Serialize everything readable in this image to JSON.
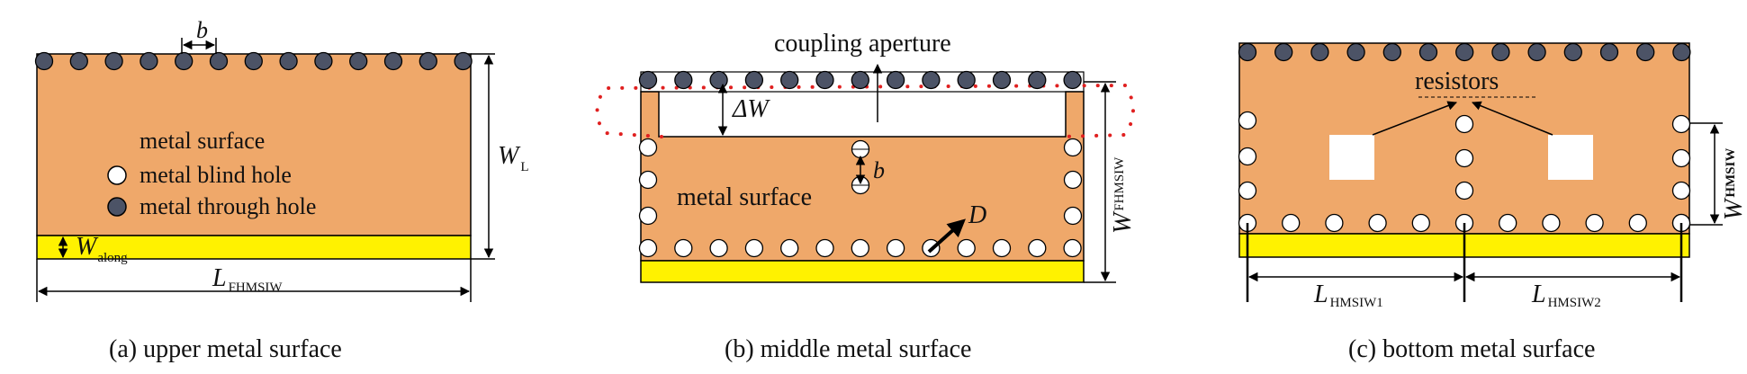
{
  "colors": {
    "substrate": "#EFA86A",
    "strip": "#FFF200",
    "through_hole": "#4C5366",
    "blind_hole": "#FFFFFF",
    "aperture_dots": "#E02020",
    "line": "#000000"
  },
  "panel_a": {
    "caption": "(a) upper metal surface",
    "dim_b": "b",
    "legend": {
      "surface": "metal surface",
      "blind": "metal blind hole",
      "through": "metal through hole"
    },
    "w_l": {
      "main": "W",
      "sub": "L"
    },
    "w_along": {
      "main": "W",
      "sub": "along"
    },
    "l_fhmsiw": {
      "main": "L",
      "sub": "FHMSIW"
    }
  },
  "panel_b": {
    "caption": "(b) middle metal surface",
    "aperture_label": "coupling aperture",
    "delta_w": "ΔW",
    "dim_b": "b",
    "surface": "metal surface",
    "dim_d": "D",
    "w_fhmsiw": {
      "main": "W",
      "sub": "FHMSIW"
    }
  },
  "panel_c": {
    "caption": "(c) bottom metal surface",
    "resistors": "resistors",
    "w_hmsiw": {
      "main": "W",
      "sub": "HMSIW"
    },
    "l1": {
      "main": "L",
      "sub": "HMSIW1"
    },
    "l2": {
      "main": "L",
      "sub": "HMSIW2"
    }
  }
}
